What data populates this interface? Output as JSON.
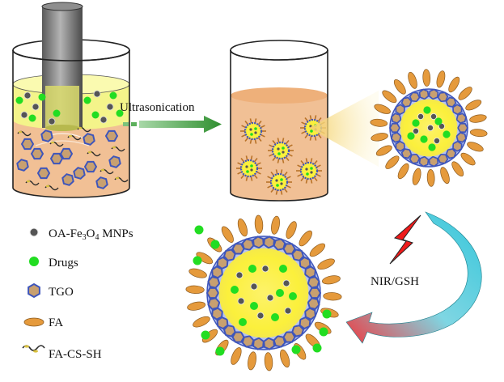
{
  "labels": {
    "ultrasonication": "Ultrasonication",
    "nir_gsh": "NIR/GSH"
  },
  "legend": [
    {
      "icon": "mnp-icon",
      "text": "OA-Fe",
      "sub1": "3",
      "mid": "O",
      "sub2": "4",
      "tail": " MNPs"
    },
    {
      "icon": "drug-icon",
      "text": "Drugs"
    },
    {
      "icon": "tgo-icon",
      "text": "TGO"
    },
    {
      "icon": "fa-icon",
      "text": "FA"
    },
    {
      "icon": "fa-cs-sh-icon",
      "text": "FA-CS-SH"
    }
  ],
  "colors": {
    "liquid_orange": "#f1c095",
    "oil_yellow": "#f4f48a",
    "core_yellow": "#fbf34a",
    "drug_green": "#22dd22",
    "mnp_gray": "#555555",
    "hex_blue": "#3e55bb",
    "fa_orange": "#e59a3c",
    "arrow_green": "#2f8f2f",
    "arrow_cyan": "#3cc8dc",
    "arrow_red": "#e8484a",
    "bolt_red": "#ee1b1b"
  }
}
